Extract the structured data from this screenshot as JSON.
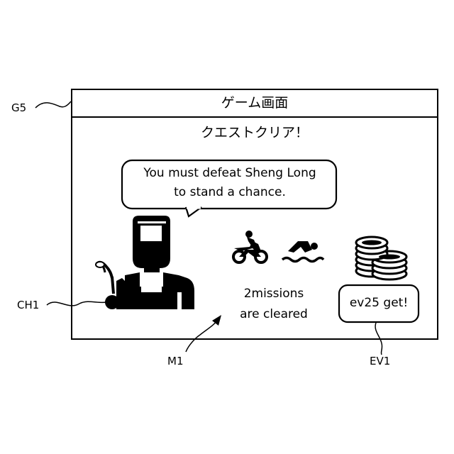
{
  "figure": {
    "refs": {
      "game_screen": "G5",
      "character": "CH1",
      "message": "M1",
      "event": "EV1"
    }
  },
  "screen": {
    "title": "ゲーム画面",
    "heading": "クエストクリア！",
    "speech": {
      "line1": "You must defeat Sheng Long",
      "line2": "to stand a chance."
    },
    "missions": {
      "icons": [
        "motorcycle-icon",
        "swimmer-icon"
      ],
      "line1": "2missions",
      "line2": "are cleared"
    },
    "reward": {
      "icon": "coin-stack-icon",
      "label": "ev25 get!"
    },
    "character_icon": "welder-icon"
  }
}
